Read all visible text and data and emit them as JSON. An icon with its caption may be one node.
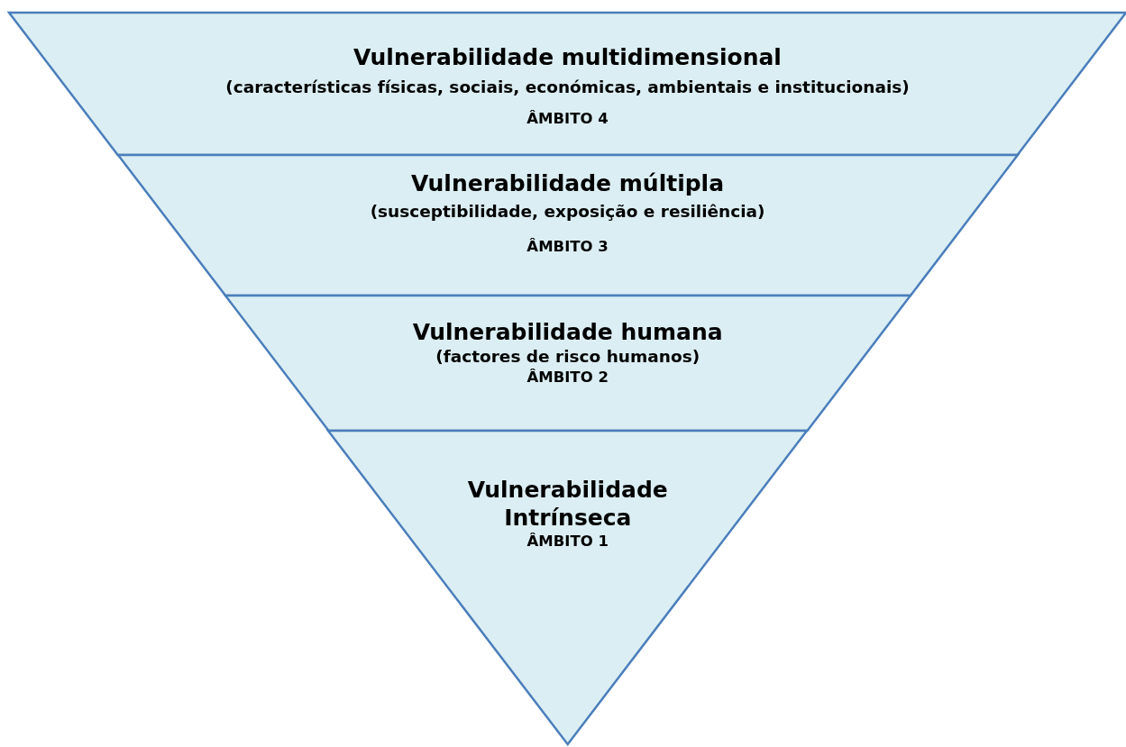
{
  "diagram": {
    "nodes": [
      {
        "text": [
          "Vulnerabilidade multidimensional",
          "(características físicas, sociais, económicas, ambientais e institucionais)",
          "ÂMBITO 4"
        ]
      },
      {
        "text": [
          "Vulnerabilidade múltipla",
          "(susceptibilidade, exposição e resiliência)",
          "ÂMBITO 3"
        ]
      },
      {
        "text": [
          "Vulnerabilidade humana",
          "(factores de risco humanos)",
          "ÂMBITO 2"
        ]
      },
      {
        "text": [
          "Vulnerabilidade Intrínseca",
          "ÂMBITO 1"
        ]
      }
    ]
  }
}
